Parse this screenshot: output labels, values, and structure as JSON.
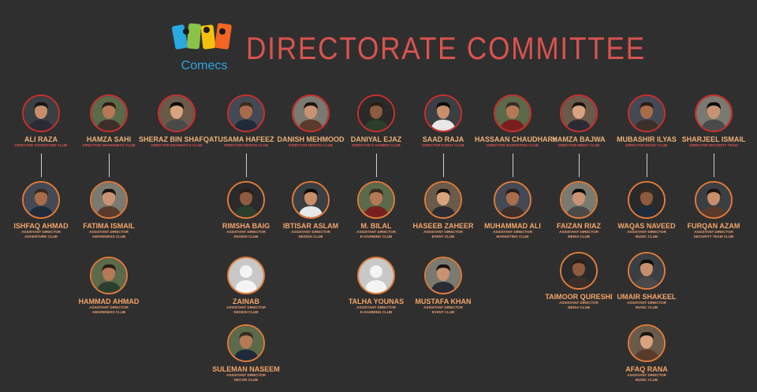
{
  "header": {
    "logo_text": "Comecs",
    "title": "DIRECTORATE COMMITTEE"
  },
  "directors": [
    {
      "name": "ALI RAZA",
      "role": "DIRECTOR ADVENTURE CLUB"
    },
    {
      "name": "HAMZA SAHI",
      "role": "DIRECTOR AWARENESS CLUB"
    },
    {
      "name": "SHERAZ BIN SHAFQAT",
      "role": "DIRECTOR DRAMATICS CLUB"
    },
    {
      "name": "USAMA HAFEEZ",
      "role": "DIRECTOR DESIGN CLUB"
    },
    {
      "name": "DANISH MEHMOOD",
      "role": "DIRECTOR DESIGN CLUB"
    },
    {
      "name": "DANIYAL EJAZ",
      "role": "DIRECTOR E-GAMING CLUB"
    },
    {
      "name": "SAAD RAJA",
      "role": "DIRECTOR EVENT CLUB"
    },
    {
      "name": "HASSAAN CHAUDHARY",
      "role": "DIRECTOR MARKETING CLUB"
    },
    {
      "name": "HAMZA BAJWA",
      "role": "DIRECTOR MEDIA CLUB"
    },
    {
      "name": "MUBASHIR ILYAS",
      "role": "DIRECTOR MUSIC CLUB"
    },
    {
      "name": "SHARJEEL ISMAIL",
      "role": "DIRECTOR SECURITY TEAM"
    }
  ],
  "assistants": [
    {
      "name": "ISHFAQ AHMAD",
      "role1": "ASSISTANT DIRECTOR",
      "role2": "ADVENTURE CLUB"
    },
    {
      "name": "FATIMA ISMAIL",
      "role1": "ASSISTANT DIRECTOR",
      "role2": "AWARENESS CLUB"
    },
    {
      "name": "RIMSHA BAIG",
      "role1": "ASSISTANT DIRECTOR",
      "role2": "DESIGN CLUB"
    },
    {
      "name": "IBTISAR ASLAM",
      "role1": "ASSISTANT DIRECTOR",
      "role2": "DESIGN CLUB"
    },
    {
      "name": "M. BILAL",
      "role1": "ASSISTANT DIRECTOR",
      "role2": "E-GAMMING CLUB"
    },
    {
      "name": "HASEEB ZAHEER",
      "role1": "ASSISTANT DIRECTOR",
      "role2": "EVENT CLUB"
    },
    {
      "name": "MUHAMMAD ALI",
      "role1": "ASSISTANT DIRECTOR",
      "role2": "MARKETING CLUB"
    },
    {
      "name": "FAIZAN RIAZ",
      "role1": "ASSISTANT DIRECTOR",
      "role2": "MEDIA CLUB"
    },
    {
      "name": "WAQAS NAVEED",
      "role1": "ASSISTANT DIRECTOR",
      "role2": "MUSIC CLUB"
    },
    {
      "name": "FURQAN AZAM",
      "role1": "ASSISTANT DIRECTOR",
      "role2": "SECURITY TEAM CLUB"
    },
    {
      "name": "HAMMAD AHMAD",
      "role1": "ASSISTANT DIRECTOR",
      "role2": "AWARENESS CLUB"
    },
    {
      "name": "ZAINAB",
      "role1": "ASSISTANT DIRECTOR",
      "role2": "DESIGN CLUB"
    },
    {
      "name": "TALHA YOUNAS",
      "role1": "ASSISTANT DIRECTOR",
      "role2": "E-GAMMING CLUB"
    },
    {
      "name": "MUSTAFA KHAN",
      "role1": "ASSISTANT DIRECTOR",
      "role2": "EVENT CLUB"
    },
    {
      "name": "TAIMOOR QURESHI",
      "role1": "ASSISTANT DIRECTOR",
      "role2": "MEDIA CLUB"
    },
    {
      "name": "UMAIR SHAKEEL",
      "role1": "ASSISTANT DIRECTOR",
      "role2": "MUSIC CLUB"
    },
    {
      "name": "SULEMAN NASEEM",
      "role1": "ASSISTANT DIRECTOR",
      "role2": "DECOR CLUB"
    },
    {
      "name": "AFAQ RANA",
      "role1": "ASSISTANT DIRECTOR",
      "role2": "MUSIC CLUB"
    }
  ],
  "colors": {
    "background": "#2f2f2f",
    "title": "#d9534f",
    "director_ring": "#c9302c",
    "assistant_ring": "#e07a3a"
  }
}
